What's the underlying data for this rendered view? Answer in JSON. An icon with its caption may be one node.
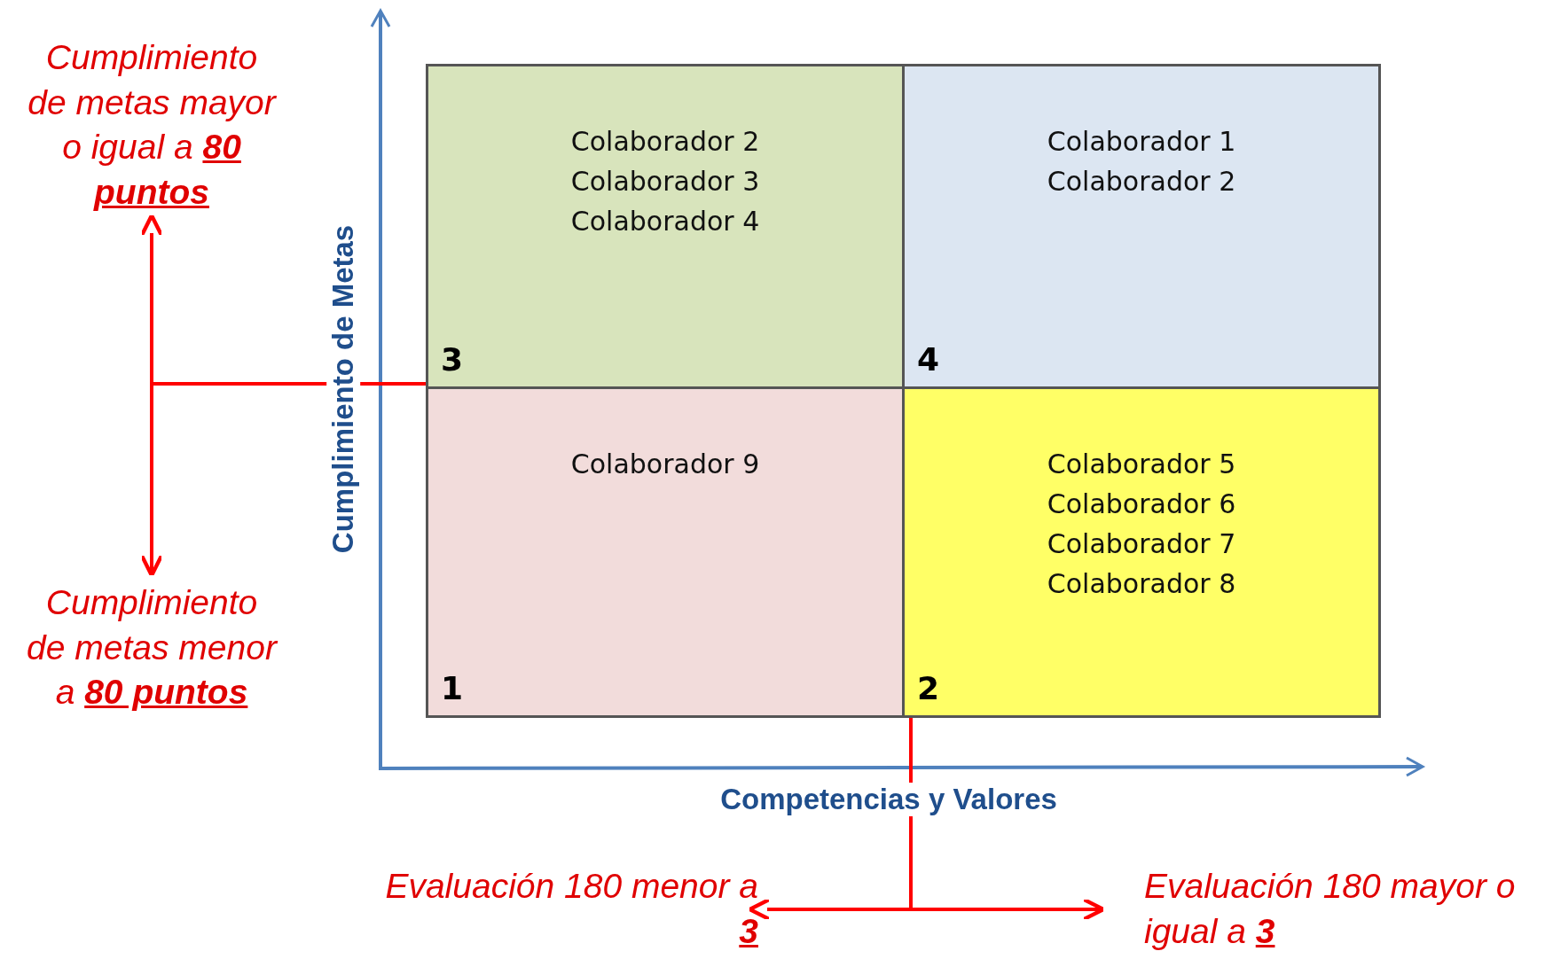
{
  "diagram": {
    "nodes": [
      {
        "text": [
          "Cumplimiento de metas mayor o igual a **80 puntos**"
        ]
      },
      {
        "text": [
          "Cumplimiento de metas menor a **80 puntos**"
        ]
      },
      {
        "text": [
          "Colaborador 2",
          "Colaborador 3",
          "Colaborador 4",
          "3"
        ]
      },
      {
        "text": [
          "Colaborador 1",
          "Colaborador 2",
          "4"
        ]
      },
      {
        "text": [
          "Colaborador 9",
          "1"
        ]
      },
      {
        "text": [
          "Colaborador 5",
          "Colaborador 6",
          "Colaborador 7",
          "Colaborador 8",
          "2"
        ]
      },
      {
        "text": [
          "Evaluación 180 menor a **3**"
        ]
      },
      {
        "text": [
          "Evaluación 180 mayor o igual a **3**"
        ]
      }
    ],
    "edges": [
      {
        "from": 0,
        "to": 1,
        "arrow": "both"
      },
      {
        "from": 6,
        "to": 7,
        "arrow": "both"
      },
      {
        "from": 2,
        "to": null,
        "arrow": "none"
      },
      {
        "from": 5,
        "to": null,
        "arrow": "none"
      }
    ],
    "labels": [
      "Cumplimiento de Metas",
      "Competencias y Valores"
    ]
  }
}
